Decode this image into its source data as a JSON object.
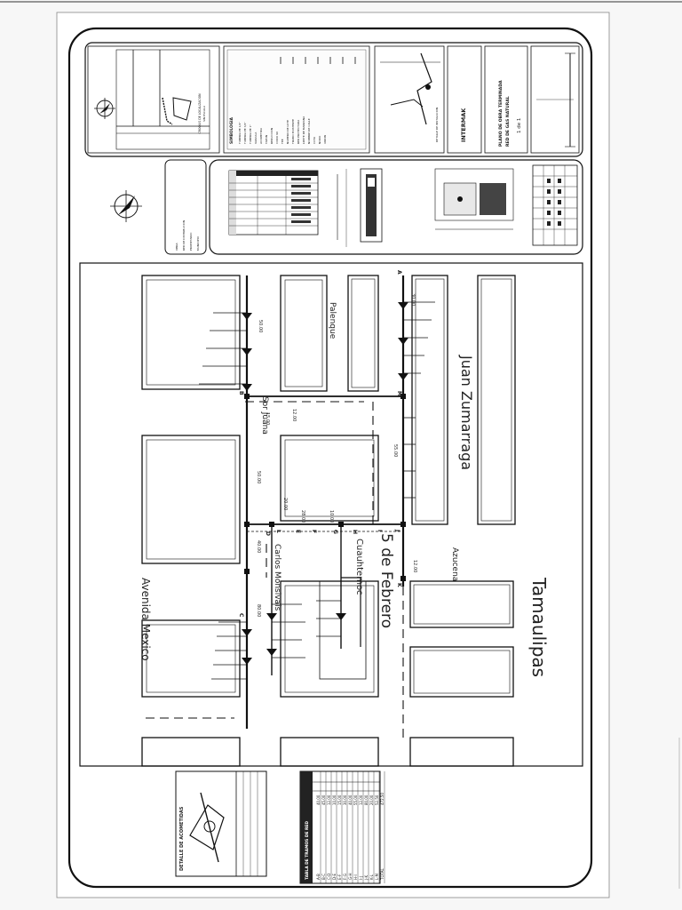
{
  "drawing": {
    "company": "INTERMAK",
    "cover_lines": [
      "PLANO DE OBRA TERMINADA",
      "RED DE GAS NATURAL"
    ],
    "sheet": "1 de 1"
  },
  "streets": [
    "Juan Zumarraga",
    "Tamaulipas",
    "5 de Febrero",
    "Carlos Monsivais",
    "Cuauhtemoc",
    "Azucena",
    "Palenque",
    "Avenida Mexico",
    "Sor Juana"
  ],
  "tables": {
    "acometidas_title": "DETALLE DE ACOMETIDAS",
    "tramo_title": "TABLA DE TRAMOS DE RED",
    "tramo_rows": [
      [
        "A-B",
        "40.00"
      ],
      [
        "B-C",
        "45.00"
      ],
      [
        "C-D",
        "12.00"
      ],
      [
        "D-E",
        "10.00"
      ],
      [
        "E-F",
        "15.00"
      ],
      [
        "F-G",
        "30.00"
      ],
      [
        "G-H",
        "40.00"
      ],
      [
        "H-I",
        "55.00"
      ],
      [
        "I-J",
        "12.00"
      ],
      [
        "J-K",
        "80.00"
      ],
      [
        "K-L",
        "20.00"
      ],
      [
        "L-M",
        "52.50"
      ]
    ],
    "total_label": "TOTAL",
    "total_value": "472.50"
  },
  "dims": [
    "30.00",
    "50.00",
    "15.00",
    "40.00",
    "55.00",
    "12.00",
    "80.00",
    "20.00",
    "28.00",
    "10.00"
  ],
  "nodes": [
    "A",
    "B",
    "C",
    "D",
    "E",
    "F",
    "G",
    "H",
    "I",
    "J",
    "K",
    "L",
    "M"
  ]
}
